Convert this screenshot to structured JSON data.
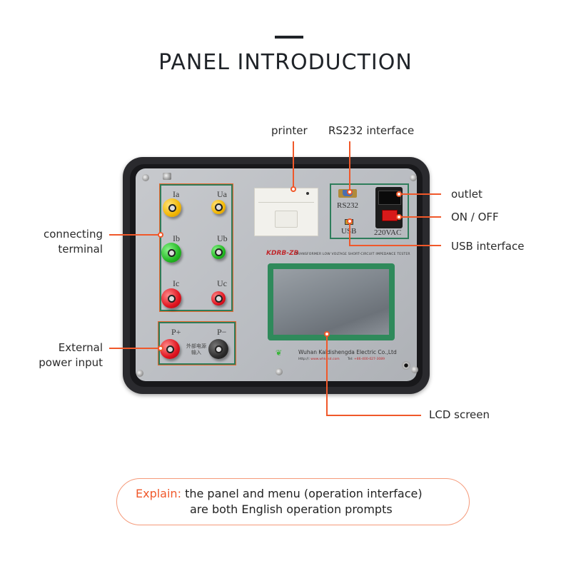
{
  "header": {
    "title": "PANEL INTRODUCTION"
  },
  "callouts": {
    "printer": "printer",
    "rs232": "RS232 interface",
    "outlet": "outlet",
    "on_off": "ON / OFF",
    "usb": "USB interface",
    "connecting_terminal_line1": "connecting",
    "connecting_terminal_line2": "terminal",
    "external_power_line1": "External",
    "external_power_line2": "power input",
    "lcd": "LCD screen"
  },
  "device": {
    "terminals": [
      "Ia",
      "Ua",
      "Ib",
      "Ub",
      "Ic",
      "Uc"
    ],
    "power_terminals": [
      "P+",
      "P−"
    ],
    "power_label_cn_line1": "外部电源",
    "power_label_cn_line2": "输入",
    "rs232_label": "RS232",
    "usb_label": "USB",
    "voltage_label": "220VAC",
    "model": "KDRB-ZB",
    "model_subtitle": "TRANSFORMER LOW VOLTAGE SHORT-CIRCUIT IMPEDANCE TESTER",
    "company": "Wuhan Kaidishengda Electric Co.,Ltd",
    "http_label": "Http://:",
    "website": "www.whkdsd.com",
    "tel_label": "Tel:",
    "tel": "+86-400-027-3089"
  },
  "explain": {
    "key": "Explain:",
    "line1": "the panel and menu (operation interface)",
    "line2": "are both English operation prompts"
  },
  "colors": {
    "accent": "#f0582a",
    "panel_frame_green": "#2e7d5b",
    "text": "#2a2a2a"
  }
}
